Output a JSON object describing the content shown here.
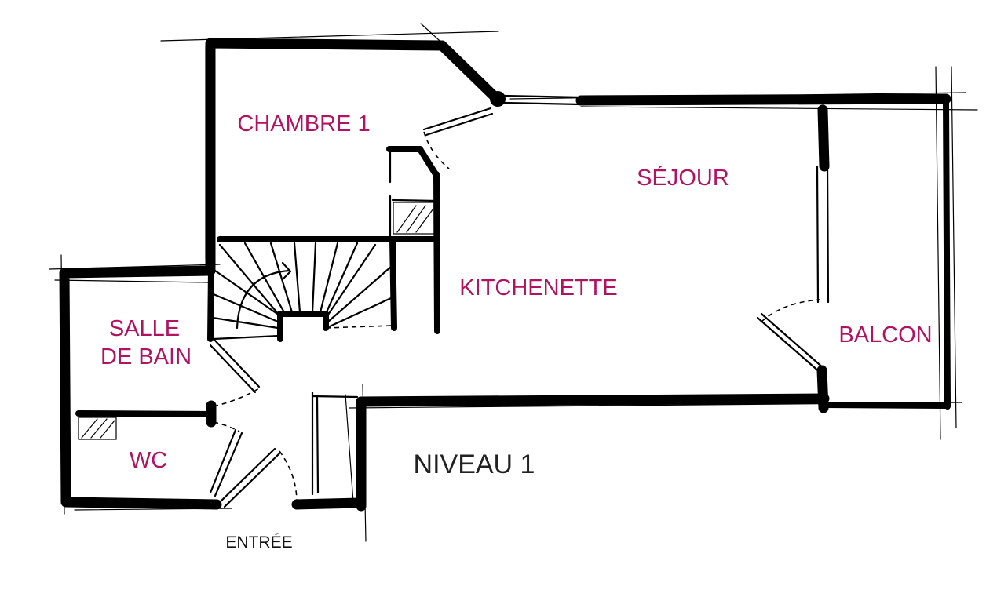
{
  "labels": {
    "chambre": "CHAMBRE 1",
    "sejour": "SÉJOUR",
    "kitchenette": "KITCHENETTE",
    "salle_line1": "SALLE",
    "salle_line2": "DE BAIN",
    "balcon": "BALCON",
    "wc": "WC",
    "niveau": "NIVEAU 1",
    "entree": "ENTRÉE"
  },
  "colors": {
    "room_label": "#b0135f",
    "wall": "#000000",
    "background": "#ffffff"
  }
}
